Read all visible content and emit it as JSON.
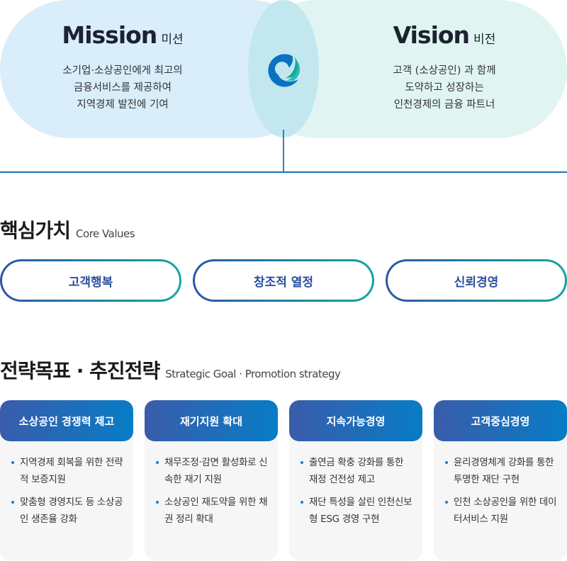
{
  "mission": {
    "title": "Mission",
    "title_ko": "미션",
    "lines": [
      "소기업·소상공인에게 최고의",
      "금융서비스를 제공하여",
      "지역경제 발전에 기여"
    ]
  },
  "vision": {
    "title": "Vision",
    "title_ko": "비전",
    "lines": [
      "고객 (소상공인) 과 함께",
      "도약하고 성장하는",
      "인천경제의 금융 파트너"
    ]
  },
  "core_values": {
    "title": "핵심가치",
    "subtitle": "Core Values",
    "items": [
      "고객행복",
      "창조적 열정",
      "신뢰경영"
    ]
  },
  "strategy": {
    "title": "전략목표 · 추진전략",
    "subtitle": "Strategic Goal · Promotion strategy",
    "cards": [
      {
        "title": "소상공인 경쟁력 제고",
        "items": [
          "지역경제 회복을 위한 전략적 보증지원",
          "맞춤형 경영지도 등 소상공인 생존율 강화"
        ]
      },
      {
        "title": "재기지원 확대",
        "items": [
          "채무조정·감면 활성화로 신속한 재기 지원",
          "소상공인 재도약을 위한 채권 정리 확대"
        ]
      },
      {
        "title": "지속가능경영",
        "items": [
          "출연금 확충 강화를 통한 재정 건전성 제고",
          "재단 특성을 살린 인천신보형 ESG 경영 구현"
        ]
      },
      {
        "title": "고객중심경영",
        "items": [
          "윤리경영체계 강화를 통한 투명한 재단 구현",
          "인천 소상공인을 위한 데이터서비스 지원"
        ]
      }
    ]
  },
  "colors": {
    "primary": "#1d6fb8",
    "teal": "#10a7a0"
  }
}
